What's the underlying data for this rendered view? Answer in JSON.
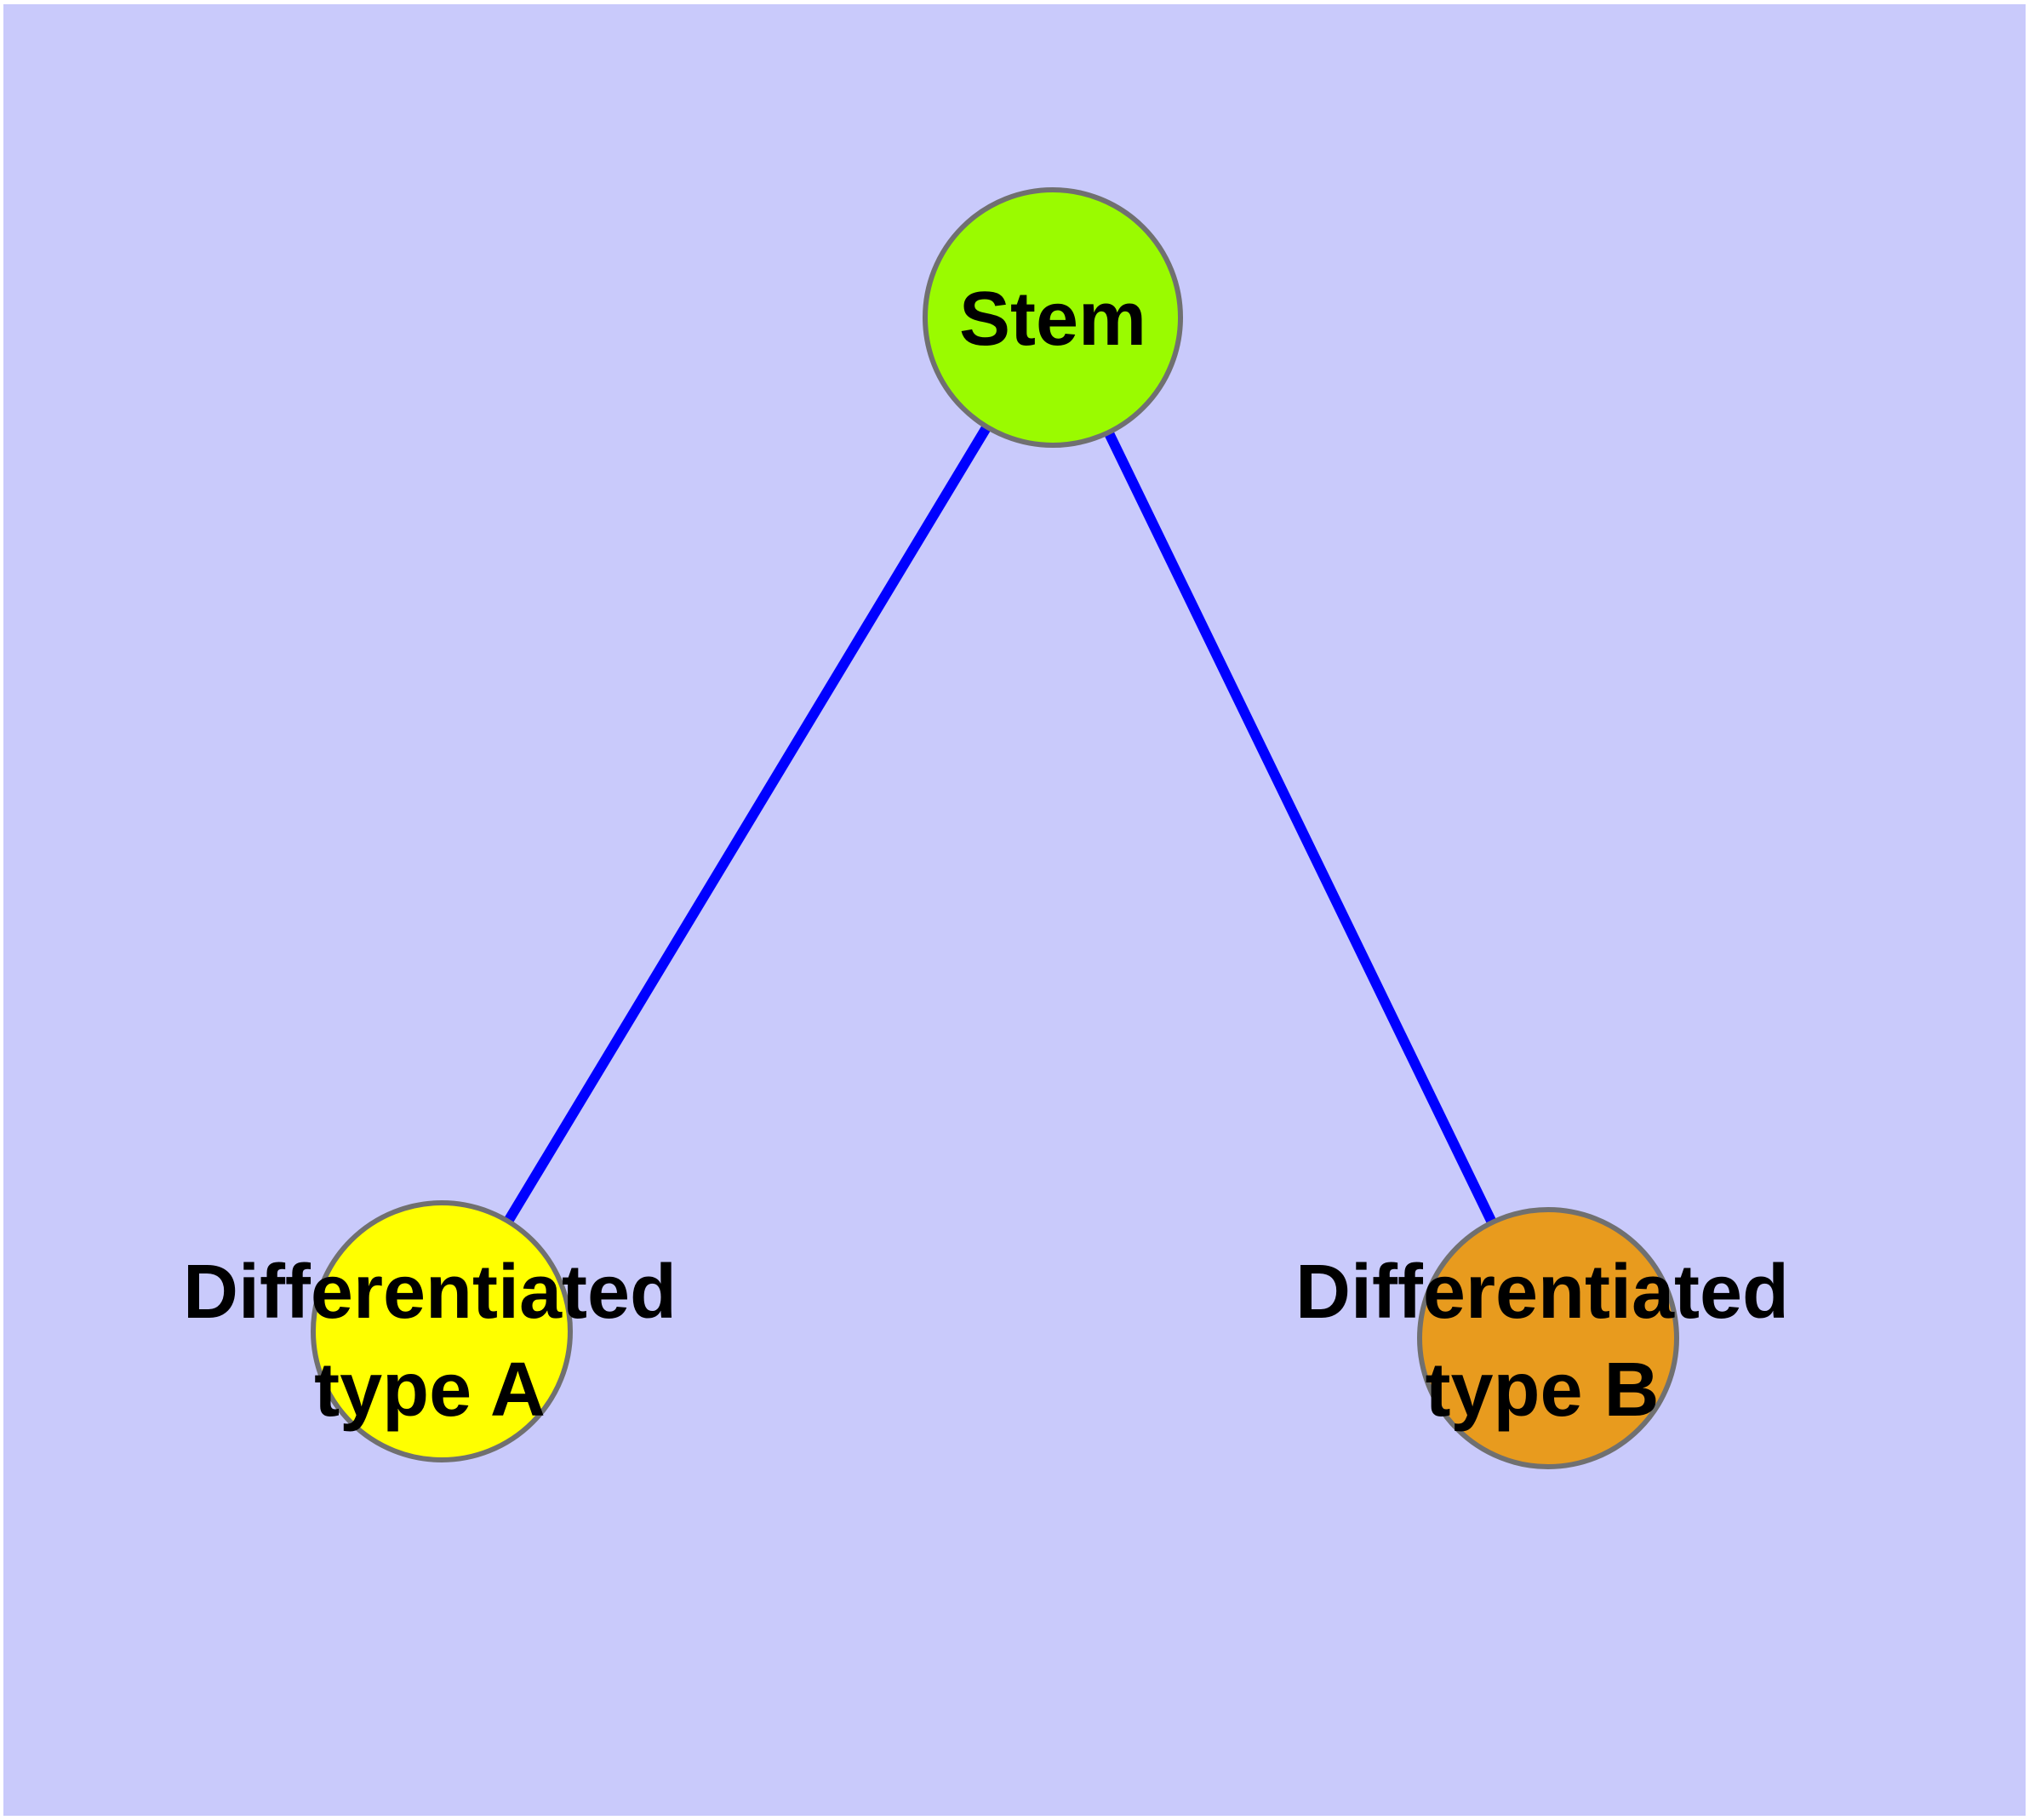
{
  "diagram": {
    "page_color": "#ffffff",
    "background_color": "#C9CAFB",
    "edge_color": "#0000FF",
    "node_border_color": "#707070",
    "text_color": "#000000",
    "nodes": {
      "stem": {
        "label": "Stem",
        "fill": "#9AFB00"
      },
      "type_a": {
        "label_line1": "Differentiated",
        "label_line2": "type A",
        "fill": "#FFFF00"
      },
      "type_b": {
        "label_line1": "Differentiated",
        "label_line2": "type B",
        "fill": "#E89B1E"
      }
    },
    "edges": [
      {
        "from": "stem",
        "to": "type_a"
      },
      {
        "from": "stem",
        "to": "type_b"
      }
    ]
  }
}
